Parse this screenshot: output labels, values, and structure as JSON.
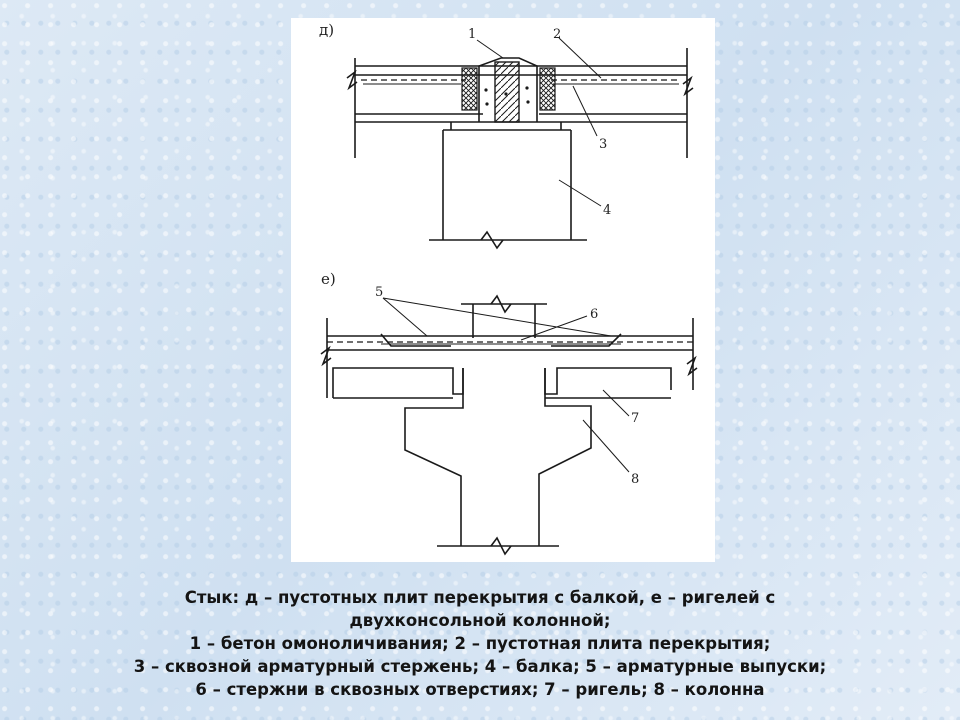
{
  "diagram": {
    "part_d_label": "д)",
    "part_e_label": "е)",
    "callouts_d": [
      "1",
      "2",
      "3",
      "4"
    ],
    "callouts_e": [
      "5",
      "6",
      "7",
      "8"
    ]
  },
  "caption": {
    "lines": [
      "Стык: д – пустотных плит перекрытия с балкой, е – ригелей с",
      "двухконсольной колонной;",
      "1 – бетон омоноличивания; 2 – пустотная плита перекрытия;",
      "3 – сквозной арматурный стержень; 4 – балка; 5 – арматурные выпуски;",
      "6 – стержни в сквозных отверстиях; 7 – ригель; 8 – колонна"
    ]
  },
  "colors": {
    "background": "#d9e7f4",
    "figure_bg": "#ffffff",
    "ink": "#1a1a1a"
  }
}
